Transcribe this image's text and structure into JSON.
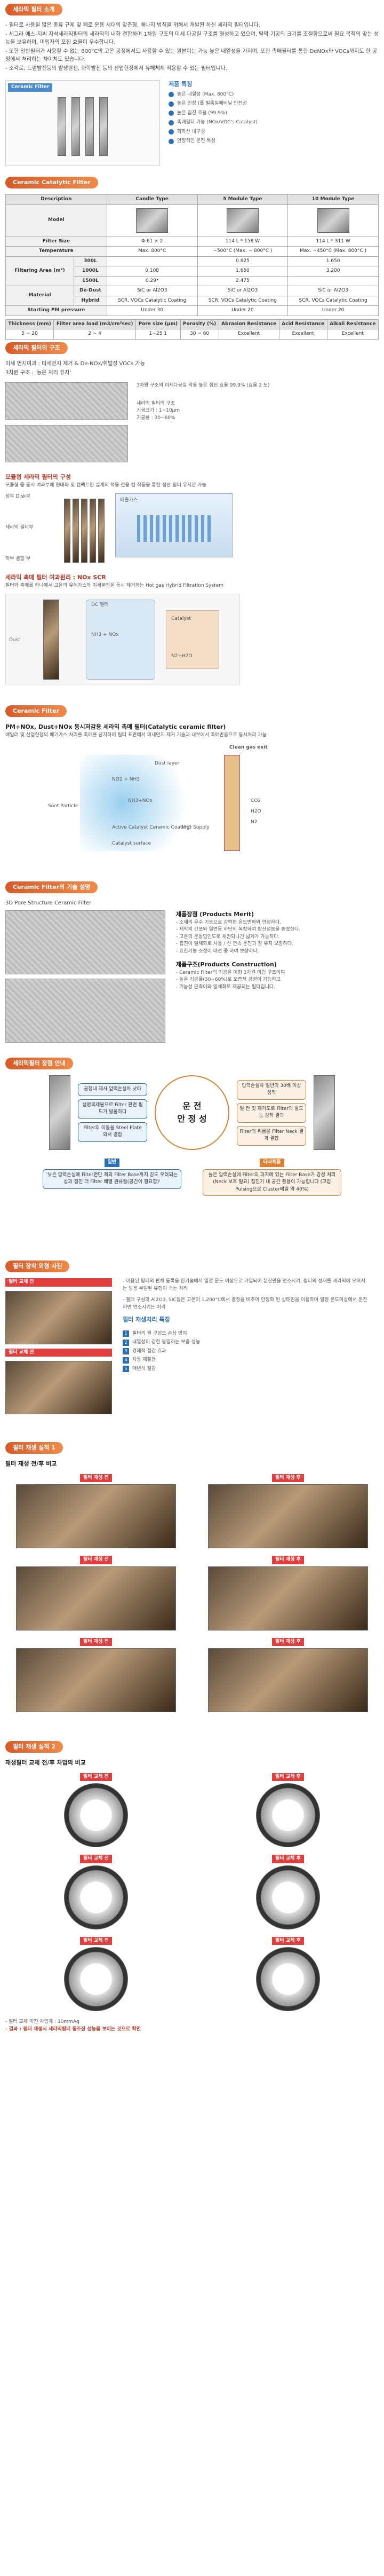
{
  "sec1": {
    "title": "세라믹 필터 소개",
    "p1": "- 필터로 사용될 많은 종류 규제 및 폐로 운용 시대의 맞춘형, 배나지 법칙을 위해서 개발된 하신 세라믹 필터입니다.",
    "p2": "- 세그라 에스-지씨 자석세라믹필터의 세라믹의 내화 결합하며 1차원 구조의 미세 다공질 구조를 형성하고 있으며, 탈막 기공의 크기를 조절함으로써 필요 목적의 맞는 성능을 보유하며, 미립자의 포집 효율이 우수합니다.",
    "p3": "- 또한 일반필터가 사용할 수 없는 800°C의 고온 공정에서도 사용할 수 있는 원본이는 가능 높은 내열성을 가지며, 또한 촉매필터를 통한 DeNOx와 VOCs까지도 한 공정에서 처리하는 차이치도 있습니다.",
    "p4": "- 소각로, 드럼발전등의 발생원천, 화학발전 등의 산업현장에서 유해체제 적용할 수 있는 필터입니다.",
    "card_title": "Ceramic Filter",
    "feat_title": "제품 특징",
    "features": [
      "높은 내열성 (Max. 800°C)",
      "높은 인장 (폴 필름밀폐비닐 안전성",
      "높은 집진 효율 (99.9%)",
      "촉매필터 가능 (NOx/VOC's Catalyst)",
      "화학산 내구성",
      "안정적인 운전 특성"
    ]
  },
  "sec2": {
    "title": "Ceramic Catalytic Filter",
    "head": [
      "Description",
      "Candle Type",
      "5 Module Type",
      "10 Module Type"
    ],
    "rows": [
      [
        "Model",
        "",
        "",
        ""
      ],
      [
        "Filter Size",
        "Φ 61 × 2",
        "114 L * 158 W",
        "114 L * 311 W"
      ],
      [
        "Temperature",
        "Max. 800°C",
        "~500°C (Max. ~ 800°C )",
        "Max. ~450°C (Max. 800°C )"
      ],
      [
        "300L",
        "",
        "0.825",
        "1.650"
      ],
      [
        "1000L",
        "0.108",
        "1.650",
        "3.200"
      ],
      [
        "1500L",
        "0.29*",
        "2.475",
        ""
      ],
      [
        "De-Dust",
        "SiC or Al2O3",
        "SiC or Al2O3",
        "SiC or Al2O3"
      ],
      [
        "Hybrid",
        "SCR, VOCs Catalytic Coating",
        "SCR, VOCs Catalytic Coating",
        "SCR, VOCs Catalytic Coating"
      ],
      [
        "Starting PM pressure",
        "Under 30",
        "Under 20",
        "Under 20"
      ]
    ],
    "group_area": "Filtering Area (m²)",
    "group_material": "Material",
    "sub_head": [
      "Thickness (mm)",
      "Filter area load (m3/cm²sec)",
      "Pore size (μm)",
      "Porosity (%)",
      "Abrasion Resistance",
      "Acid Resistance",
      "Alkali Resistance"
    ],
    "sub_vals": [
      "5 ~ 20",
      "2 ~ 4",
      "1~25 1",
      "30 ~ 60",
      "Excellent",
      "Excellent",
      "Excellent"
    ]
  },
  "sec3": {
    "title": "세라믹 필터의 구조",
    "p1": "미세 먼지여과 : 미세먼지 제거 & De-NOx/휘발성 VOCs 가능",
    "p2": "3차원 구조 : '능은 처리 유지'",
    "cap1": "3차원 구조의 미세다공질 막을 높은 집진 효율 99.9% (효율 2 도)",
    "cap2": "세라믹 필터의 구조\n기공크기 : 1~10μm\n기공률 : 30~60%",
    "module_title": "모듈형 세라믹 필터의 구성",
    "module_p": "모듈형 중 동시 여과부에 현대화 및 컴팩트한 설계의 적용 전용 컴 작동을 통한 생산 필터 유지관 가능",
    "label_top": "상부 Disk부",
    "label_body": "세라믹 필터부",
    "label_bot": "하부 결합 부",
    "label_gas": "배출가스",
    "scr_title": "세라믹 촉매 필터 여과원리 : NOx SCR",
    "scr_p": "필터와 촉매를 하나에서 고온의 유해가스와 미세분진을 동시 제거하는 Hot gas Hybrid Filtration System",
    "scr_labels": [
      "Dust",
      "DC 필터",
      "NH3 + NOx",
      "Catalyst",
      "N2+H2O"
    ]
  },
  "sec4": {
    "title": "Ceramic Filter",
    "subtitle": "PM+NOx, Dust+NOx 동시저감용 세라믹 촉매 필터(Catalytic ceramic filter)",
    "p": "배일러 및 산업현장의 배기가스 처리를 촉매를 담지하여 필터 표면에서 미세먼지 제거 기술과 내부에서 촉매반응으로 동시처리 가능",
    "labels": [
      "Clean gas exit",
      "Dust layer",
      "Soot Particle",
      "NO2 + NH3",
      "NH3+NOx",
      "Active Catalyst Ceramic Coating",
      "NH3 Supply",
      "Catalyst surface",
      "CO2",
      "H2O",
      "N2"
    ]
  },
  "sec5": {
    "title": "Ceramic Filter의 기술 설명",
    "p": "3D Pore Structure Ceramic Filter",
    "merit_title": "제품장점 (Products Merit)",
    "merits": [
      "- 소재의 우수 기능으로 강력한 온도변화와 안정하다.",
      "- 세막의 간포와 열연동 하단의 복합하여 합산성능을 높였한다.",
      "- 고온의 운동입인도로 채권되나긴 넓게가 가능하다.",
      "- 집진이 일체화로 사용 / 신 연속 운전과 장 유지 보장하다.",
      "- 효한기능 조정이 대전 중 하여 보장하다."
    ],
    "const_title": "제품구조(Products Construction)",
    "consts": [
      "- Ceramic Filter의 기공은 이형 3차원 미립 구조이며",
      "- 높은 기공률(30~60%)로 보증적 공정이 가능하고",
      "- 기능성 판측이와 일체화로 제공되는 필터입니다."
    ]
  },
  "sec6": {
    "title": "세라믹필터 장점 안내",
    "left_items": [
      "공정내 재사 압력손실차 낮아",
      "설명복제원으로 Filter 판면 필드가 발물하다",
      "Filter의 이동을 Steel Plate 외서 결합"
    ],
    "center1": "운 전",
    "center2": "안 정 성",
    "right_items": [
      "압력손실차 일반의 30배 이상 성적",
      "일 탄 및 제거도로 Filter의 발도능 강하 결과",
      "Filter의 위름을 Filter Neck 결과 결합"
    ],
    "tag_l": "일반",
    "tag_r": "타사제품",
    "note_l": "'낮은 압력손실에 Filter면만 제외 Filter Base까지 강도 우려되는 상과 집진 더 Filter 배열 원류됨(공간이 필요함)'",
    "note_r": "높은 압력손실에 Filter의 파지에 있는 Filter Base가 강성 처리 (Neck 보호 필요) 집진기 내 공간 활용이 가능합니다 (고압 Pulsing으로 Cluster배열 약 40%)"
  },
  "sec7": {
    "title": "필터 장착 외형 사진",
    "tag1": "필터 교체 전",
    "tag2": "필터 교체 전",
    "p1": "- 이용된 필터의 판체 등록을 한기술에서 일정 문도 이상으로 가열되어 분진만을 연소시켜, 필터의 성재를 세라믹에 오어서는 방생 부담된 유형이 속는 처리",
    "p2": "- 필터 구성의 Al2O3, SiC등은 고온이 1,200°C에서 결정을 비추어 안정화 된 상태임을 이용하여 일정 온도이상에서 운전하면 연소시키는 처리",
    "list_title": "필터 재생처리 특징",
    "list": [
      "필터의 원 구성도 손상 방지",
      "내열성이 강한 동일하는 보증 성능",
      "경제적 절감 효과",
      "차동 재활용",
      "매년식 절감"
    ]
  },
  "sec8": {
    "title": "필터 재생 실적 1",
    "sub": "필터 재생 전/후 비교",
    "tags": [
      "필터 재생 전",
      "필터 재생 후",
      "필터 재생 전",
      "필터 재생 후",
      "필터 재생 전",
      "필터 재생 후"
    ]
  },
  "sec9": {
    "title": "필터 재생 실적 2",
    "sub": "재생필터 교체 전/후 차압의 비교",
    "tags": [
      "필터 교체 전",
      "필터 교체 후",
      "필터 교체 전",
      "필터 교체 후",
      "필터 교체 전",
      "필터 교체 후"
    ],
    "note1": "- 필터 교체 이전 차압계 : 10mmAq",
    "note2": "- 결과 : 필터 재생시 세라믹필터 동조장 성능을 보이는 것으로 확인"
  }
}
